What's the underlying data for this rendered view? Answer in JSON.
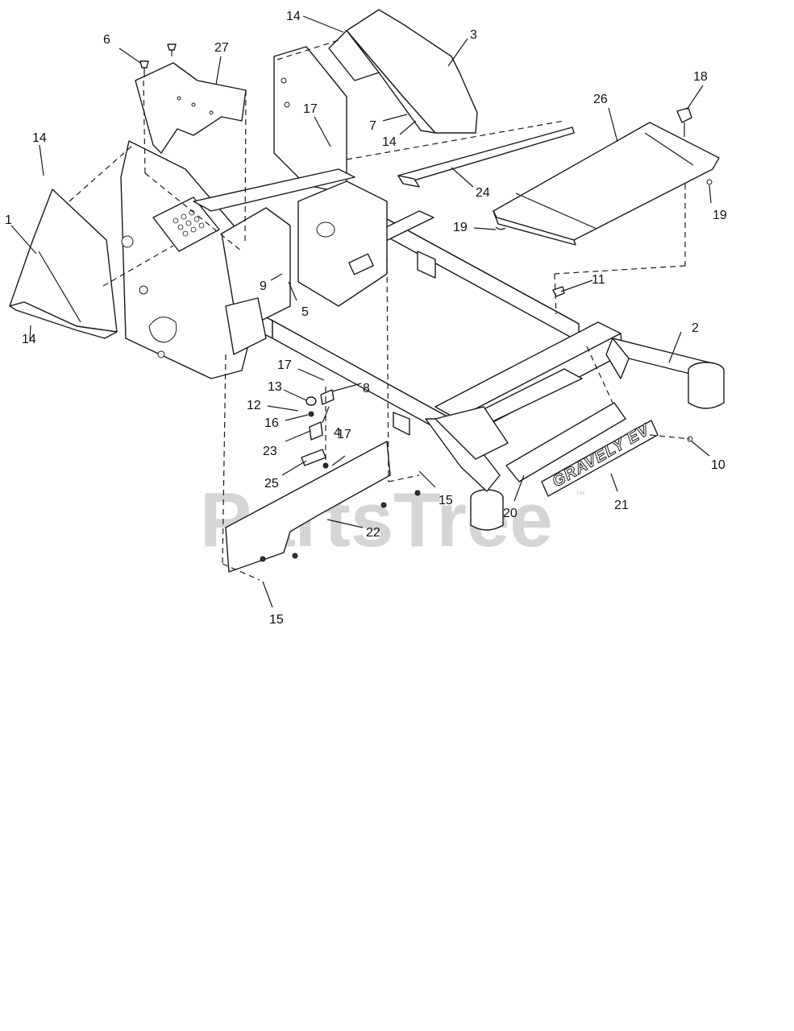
{
  "diagram": {
    "watermark": "PartsTree",
    "watermark_tm": "™",
    "decal_text": "GRAVELY EV",
    "callouts": [
      {
        "id": "c1",
        "label": "1"
      },
      {
        "id": "c2",
        "label": "2"
      },
      {
        "id": "c3",
        "label": "3"
      },
      {
        "id": "c4",
        "label": "4"
      },
      {
        "id": "c5",
        "label": "5"
      },
      {
        "id": "c6",
        "label": "6"
      },
      {
        "id": "c7",
        "label": "7"
      },
      {
        "id": "c8",
        "label": "8"
      },
      {
        "id": "c9",
        "label": "9"
      },
      {
        "id": "c10",
        "label": "10"
      },
      {
        "id": "c11",
        "label": "11"
      },
      {
        "id": "c12",
        "label": "12"
      },
      {
        "id": "c13",
        "label": "13"
      },
      {
        "id": "c14a",
        "label": "14"
      },
      {
        "id": "c14b",
        "label": "14"
      },
      {
        "id": "c14c",
        "label": "14"
      },
      {
        "id": "c14d",
        "label": "14"
      },
      {
        "id": "c15a",
        "label": "15"
      },
      {
        "id": "c15b",
        "label": "15"
      },
      {
        "id": "c16",
        "label": "16"
      },
      {
        "id": "c17a",
        "label": "17"
      },
      {
        "id": "c17b",
        "label": "17"
      },
      {
        "id": "c17c",
        "label": "17"
      },
      {
        "id": "c18",
        "label": "18"
      },
      {
        "id": "c19a",
        "label": "19"
      },
      {
        "id": "c19b",
        "label": "19"
      },
      {
        "id": "c20",
        "label": "20"
      },
      {
        "id": "c21",
        "label": "21"
      },
      {
        "id": "c22",
        "label": "22"
      },
      {
        "id": "c23",
        "label": "23"
      },
      {
        "id": "c24",
        "label": "24"
      },
      {
        "id": "c25",
        "label": "25"
      },
      {
        "id": "c26",
        "label": "26"
      },
      {
        "id": "c27",
        "label": "27"
      }
    ]
  }
}
